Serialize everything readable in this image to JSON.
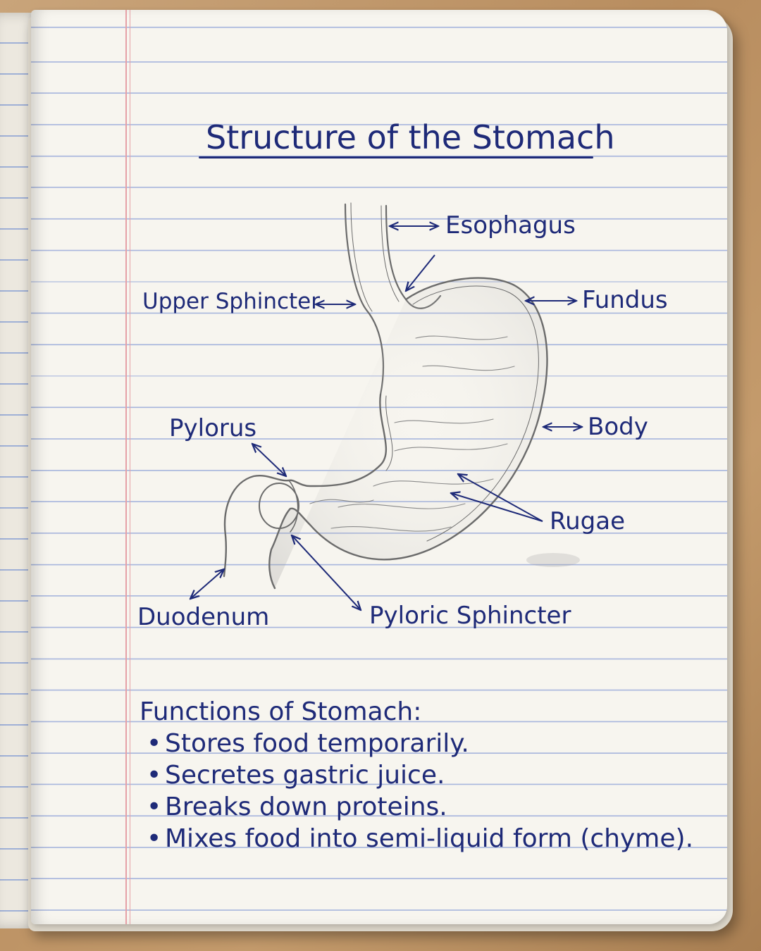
{
  "title": "Structure of the Stomach",
  "labels": {
    "esophagus": "Esophagus",
    "upper_sphincter": "Upper Sphincter",
    "fundus": "Fundus",
    "pylorus": "Pylorus",
    "body": "Body",
    "rugae": "Rugae",
    "duodenum": "Duodenum",
    "pyloric_sphincter": "Pyloric Sphincter"
  },
  "functions": {
    "heading": "Functions of Stomach:",
    "bullet": "•",
    "items": [
      "Stores food temporarily.",
      "Secretes gastric juice.",
      "Breaks down proteins.",
      "Mixes food into semi-liquid form (chyme)."
    ]
  },
  "colors": {
    "ink": "#1e2a78",
    "pencil": "#6b6b6b",
    "paper": "#f7f5ef",
    "ruled_line": "#a8b6dd",
    "margin_line": "#e6a0a6"
  }
}
